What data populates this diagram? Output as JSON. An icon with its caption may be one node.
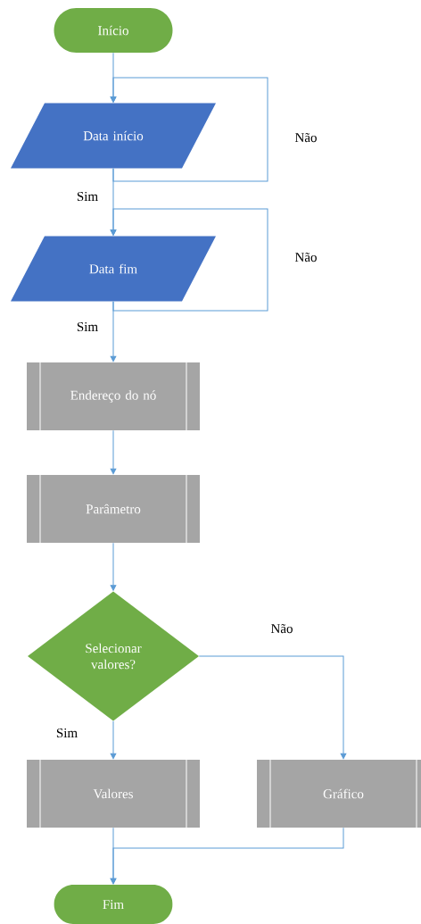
{
  "diagram": {
    "nodes": [
      {
        "text": [
          "Início"
        ]
      },
      {
        "text": [
          "Data início"
        ]
      },
      {
        "text": [
          "Data fim"
        ]
      },
      {
        "text": [
          "Endereço do nó"
        ]
      },
      {
        "text": [
          "Parâmetro"
        ]
      },
      {
        "text": [
          "Selecionar valores?"
        ]
      },
      {
        "text": [
          "Valores"
        ]
      },
      {
        "text": [
          "Gráfico"
        ]
      },
      {
        "text": [
          "Fim"
        ]
      }
    ],
    "edges": [
      {
        "from": 0,
        "to": 1,
        "arrow": "to"
      },
      {
        "from": 1,
        "to": 1,
        "arrow": "to",
        "label": "Não"
      },
      {
        "from": 1,
        "to": 2,
        "arrow": "to",
        "label": "Sim"
      },
      {
        "from": 2,
        "to": 2,
        "arrow": "to",
        "label": "Não"
      },
      {
        "from": 2,
        "to": 3,
        "arrow": "to",
        "label": "Sim"
      },
      {
        "from": 3,
        "to": 4,
        "arrow": "to"
      },
      {
        "from": 4,
        "to": 5,
        "arrow": "to"
      },
      {
        "from": 5,
        "to": 6,
        "arrow": "to",
        "label": "Sim"
      },
      {
        "from": 5,
        "to": 7,
        "arrow": "to",
        "label": "Não"
      },
      {
        "from": 6,
        "to": 8,
        "arrow": "to"
      },
      {
        "from": 7,
        "to": 8,
        "arrow": "to"
      }
    ]
  }
}
